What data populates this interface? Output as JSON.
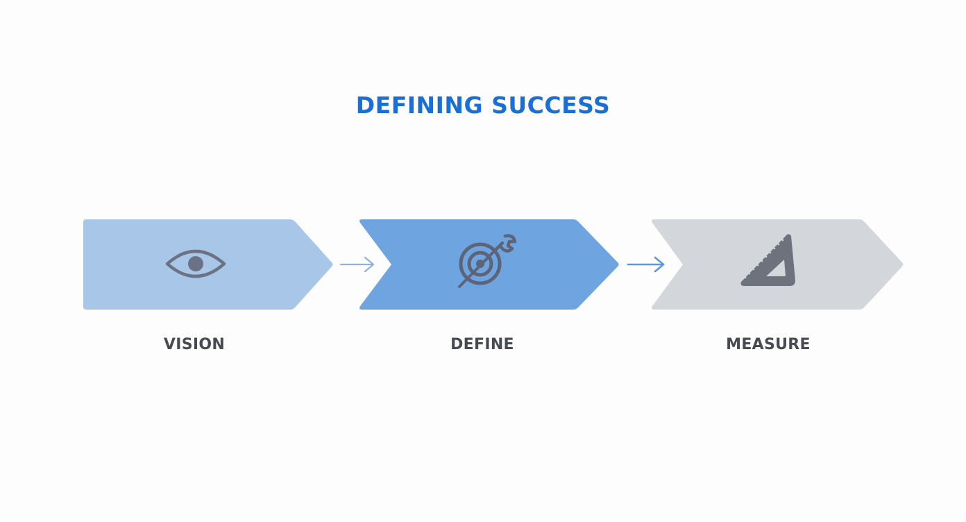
{
  "title": "DEFINING SUCCESS",
  "stages": [
    {
      "label": "VISION",
      "icon": "eye-icon",
      "color": "#a8c6e7",
      "icon_color": "#6b7283"
    },
    {
      "label": "DEFINE",
      "icon": "target-icon",
      "color": "#6ea4e0",
      "icon_color": "#5d6478"
    },
    {
      "label": "MEASURE",
      "icon": "ruler-triangle-icon",
      "color": "#d3d6db",
      "icon_color": "#6e727c"
    }
  ],
  "connector_colors": [
    "#8fb2db",
    "#5b97dc"
  ]
}
